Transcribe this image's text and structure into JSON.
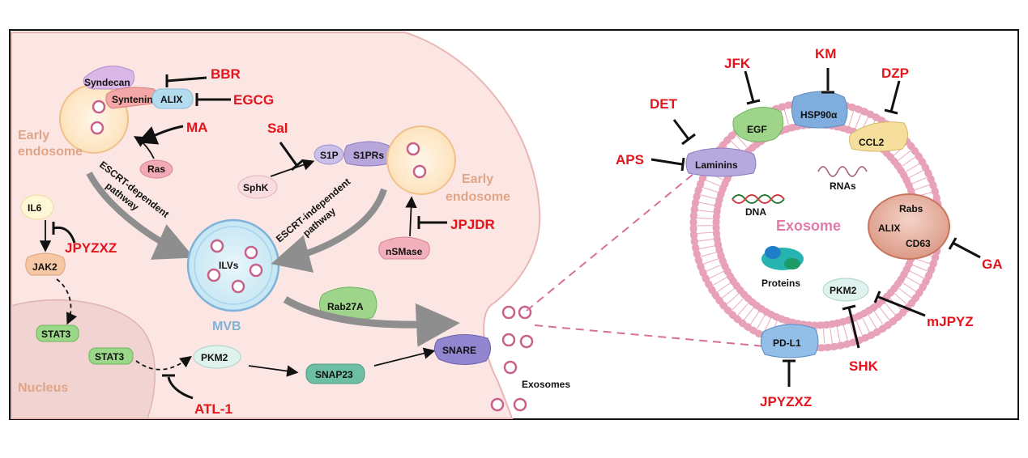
{
  "left": {
    "early_endosome_1": "Early\nendosome",
    "early_endosome_2": "Early\nendosome",
    "syndecan": "Syndecan",
    "syntenin": "Syntenin",
    "alix": "ALIX",
    "ras": "Ras",
    "escrt_dependent": "ESCRT-dependent\npathway",
    "escrt_independent": "ESCRT-independent\npathway",
    "sphk": "SphK",
    "s1p": "S1P",
    "s1prs": "S1PRs",
    "nsmase": "nSMase",
    "il6": "IL6",
    "jak2": "JAK2",
    "stat3_a": "STAT3",
    "stat3_b": "STAT3",
    "nucleus": "Nucleus",
    "ilvs": "ILVs",
    "mvb": "MVB",
    "rab27a": "Rab27A",
    "pkm2": "PKM2",
    "snap23": "SNAP23",
    "snare": "SNARE",
    "exosomes": "Exosomes"
  },
  "left_drugs": {
    "bbr": "BBR",
    "egcg": "EGCG",
    "ma": "MA",
    "sal": "Sal",
    "jpjdr": "JPJDR",
    "jpyzxz": "JPYZXZ",
    "atl1": "ATL-1"
  },
  "right": {
    "laminins": "Laminins",
    "egf": "EGF",
    "hsp90a": "HSP90α",
    "ccl2": "CCL2",
    "rnas": "RNAs",
    "dna": "DNA",
    "exosome": "Exosome",
    "rabs": "Rabs",
    "alix": "ALIX",
    "cd63": "CD63",
    "proteins": "Proteins",
    "pkm2": "PKM2",
    "pdl1": "PD-L1"
  },
  "right_drugs": {
    "det": "DET",
    "aps": "APS",
    "jfk": "JFK",
    "km": "KM",
    "dzp": "DZP",
    "ga": "GA",
    "mjpyz": "mJPYZ",
    "shk": "SHK",
    "jpyzxz": "JPYZXZ"
  },
  "colors": {
    "drug_red": "#e3141b",
    "cell_pink": "#fbe6e4",
    "membrane_pink": "#e8a5b3",
    "mvb_blue": "#7fb3d8",
    "exosome_label": "#e27aa8"
  }
}
